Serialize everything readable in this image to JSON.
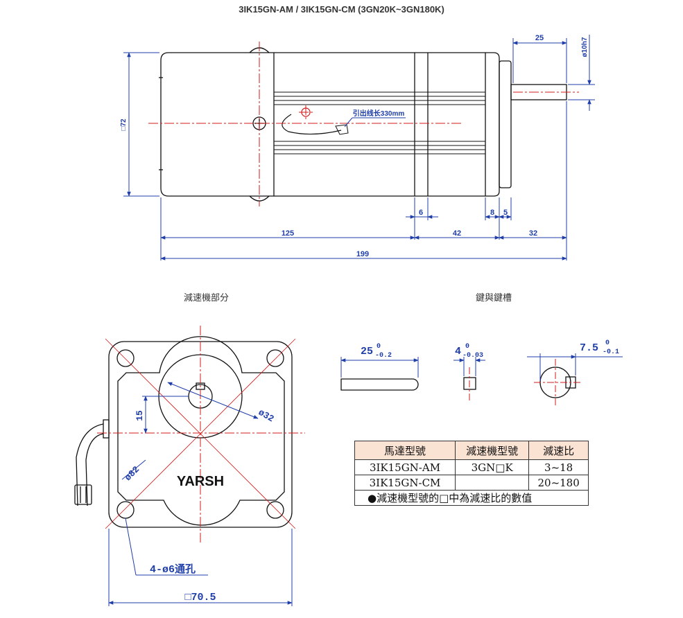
{
  "title": "3IK15GN-AM   /   3IK15GN-CM   (3GN20K~3GN180K)",
  "sections": {
    "gearbox": "減速機部分",
    "key": "鍵與鍵槽"
  },
  "side_view": {
    "dim_shaft_len": "25",
    "dim_shaft_dia": "ø10h7",
    "dim_height": "□72",
    "lead_label": "引出线长330mm",
    "dim_6": "6",
    "dim_8": "8",
    "dim_5": "5",
    "dim_125": "125",
    "dim_42": "42",
    "dim_32": "32",
    "dim_199": "199"
  },
  "front_view": {
    "dim_15": "15",
    "dim_phi32": "ø32",
    "dim_phi82": "ø82",
    "brand": "YARSH",
    "holes": "4-ø6通孔",
    "dim_square": "□70.5"
  },
  "key_details": {
    "key_len": "25",
    "key_len_tol_top": "0",
    "key_len_tol_bot": "-0.2",
    "key_width": "4",
    "key_width_tol_top": "0",
    "key_width_tol_bot": "-0.03",
    "keyway_depth": "7.5",
    "keyway_tol_top": "0",
    "keyway_tol_bot": "-0.1"
  },
  "spec_table": {
    "headers": [
      "馬達型號",
      "減速機型號",
      "減速比"
    ],
    "rows": [
      [
        "3IK15GN-AM",
        "3GN□K",
        "3~18"
      ],
      [
        "3IK15GN-CM",
        "",
        "20~180"
      ]
    ],
    "note": "●減速機型號的□中為減速比的數值"
  },
  "colors": {
    "outline": "#111111",
    "dimension": "#1f3ea8",
    "centerline": "#d11a1a",
    "table_header": "#fbe3d3"
  }
}
